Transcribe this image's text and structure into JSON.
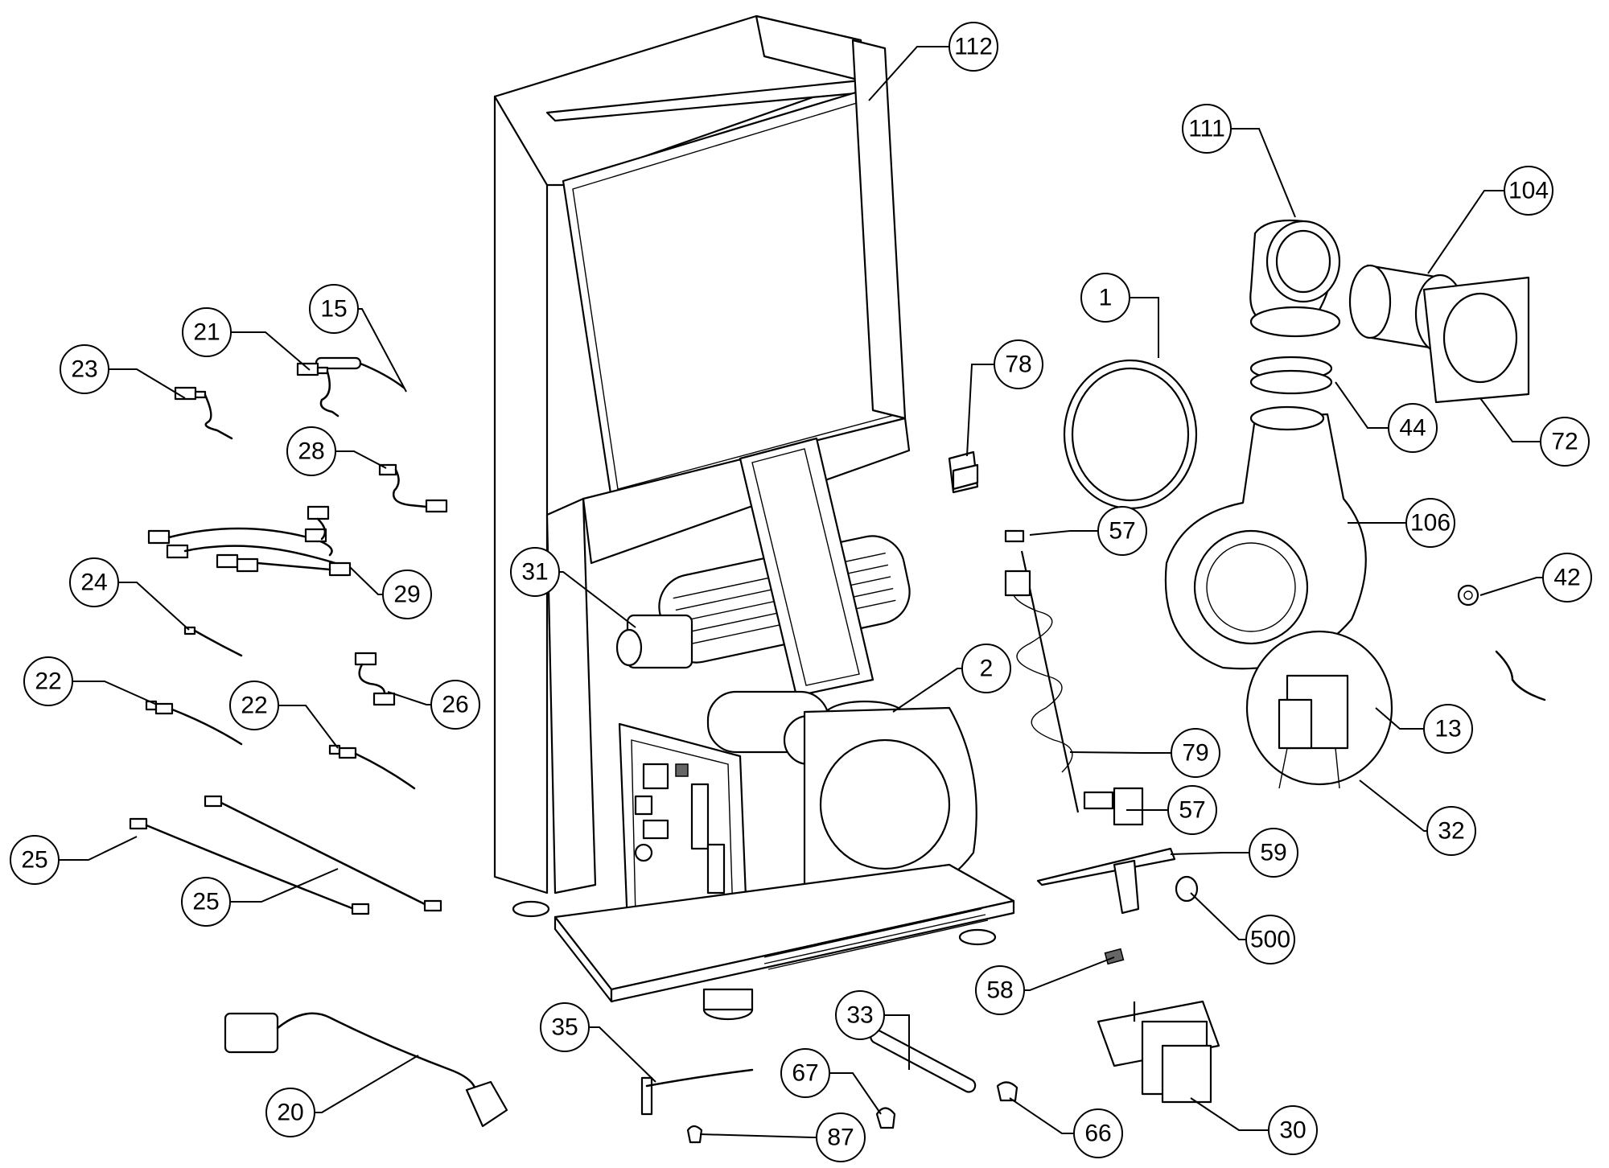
{
  "callouts": [
    {
      "id": "c112",
      "label": "112"
    },
    {
      "id": "c111",
      "label": "111"
    },
    {
      "id": "c104",
      "label": "104"
    },
    {
      "id": "c1",
      "label": "1"
    },
    {
      "id": "c15",
      "label": "15"
    },
    {
      "id": "c21",
      "label": "21"
    },
    {
      "id": "c23",
      "label": "23"
    },
    {
      "id": "c78",
      "label": "78"
    },
    {
      "id": "c44",
      "label": "44"
    },
    {
      "id": "c72",
      "label": "72"
    },
    {
      "id": "c28",
      "label": "28"
    },
    {
      "id": "c106",
      "label": "106"
    },
    {
      "id": "c57a",
      "label": "57"
    },
    {
      "id": "c29",
      "label": "29"
    },
    {
      "id": "c31",
      "label": "31"
    },
    {
      "id": "c24",
      "label": "24"
    },
    {
      "id": "c42",
      "label": "42"
    },
    {
      "id": "c2",
      "label": "2"
    },
    {
      "id": "c22a",
      "label": "22"
    },
    {
      "id": "c22b",
      "label": "22"
    },
    {
      "id": "c26",
      "label": "26"
    },
    {
      "id": "c13",
      "label": "13"
    },
    {
      "id": "c79",
      "label": "79"
    },
    {
      "id": "c57b",
      "label": "57"
    },
    {
      "id": "c32",
      "label": "32"
    },
    {
      "id": "c25a",
      "label": "25"
    },
    {
      "id": "c59",
      "label": "59"
    },
    {
      "id": "c25b",
      "label": "25"
    },
    {
      "id": "c500",
      "label": "500"
    },
    {
      "id": "c58",
      "label": "58"
    },
    {
      "id": "c35",
      "label": "35"
    },
    {
      "id": "c33",
      "label": "33"
    },
    {
      "id": "c67",
      "label": "67"
    },
    {
      "id": "c20",
      "label": "20"
    },
    {
      "id": "c87",
      "label": "87"
    },
    {
      "id": "c66",
      "label": "66"
    },
    {
      "id": "c30",
      "label": "30"
    }
  ]
}
